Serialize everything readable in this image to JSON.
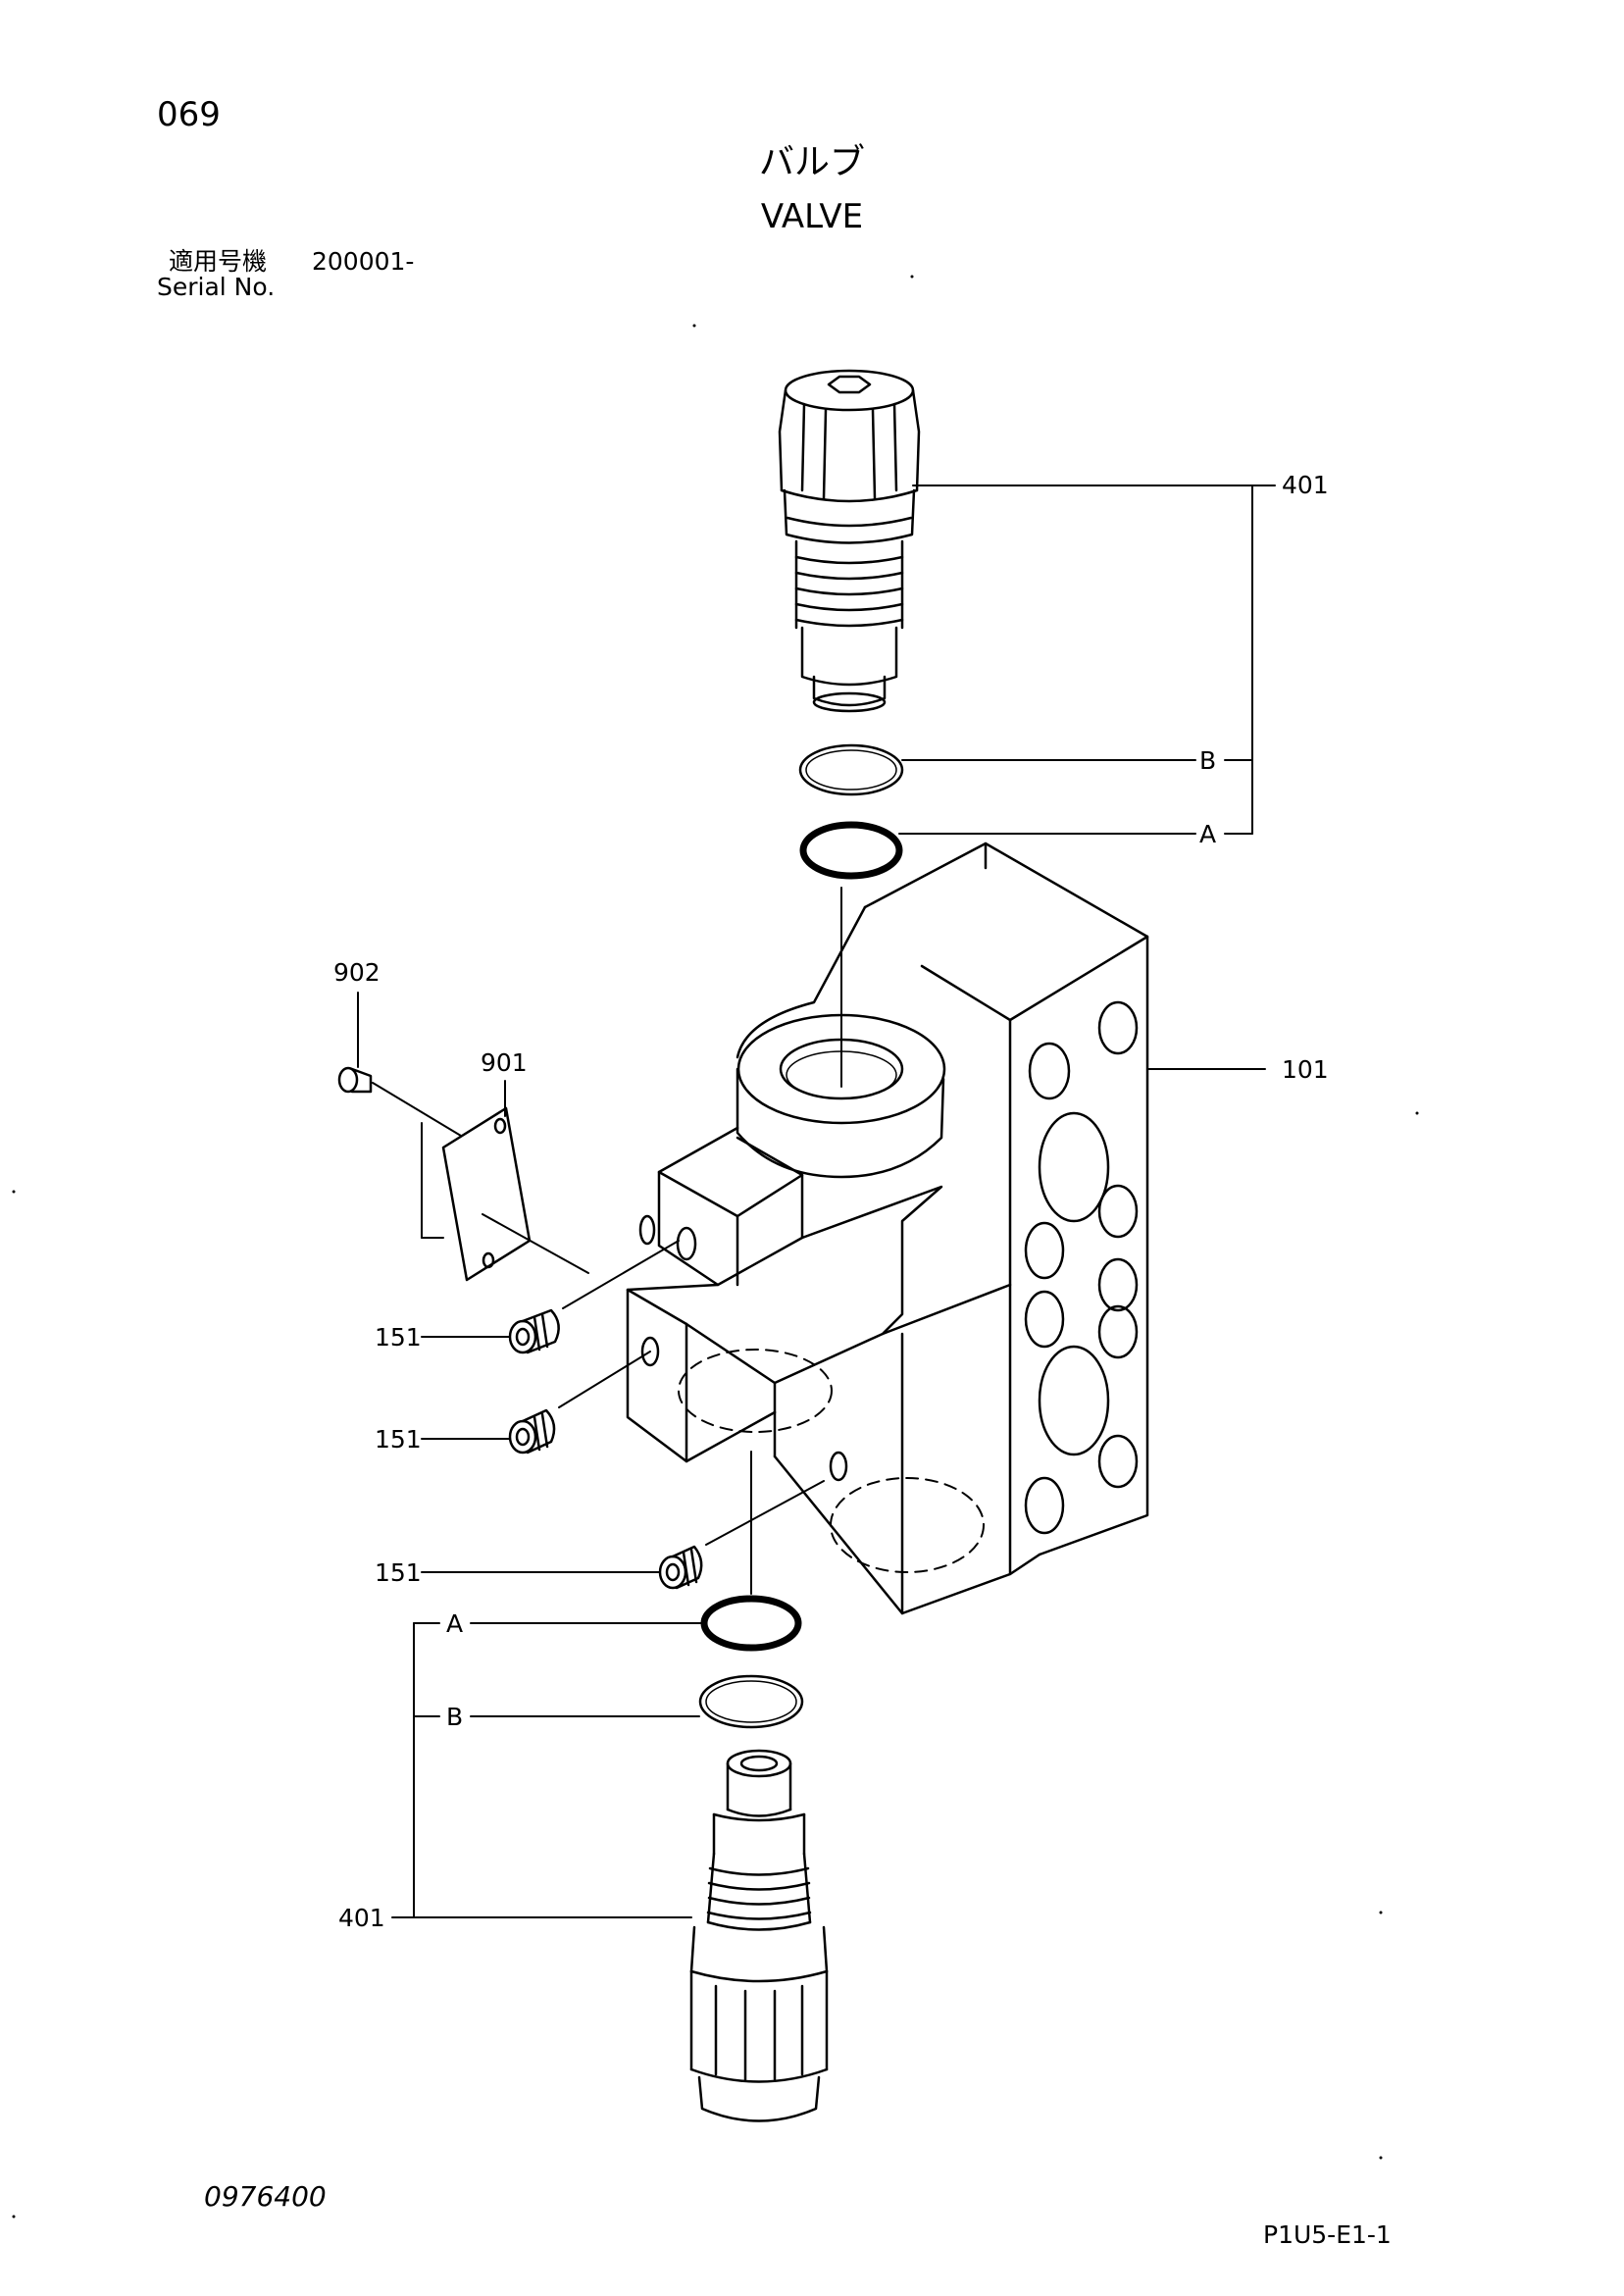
{
  "page": {
    "number": "069",
    "title_jp": "バルブ",
    "title_en": "VALVE",
    "serial_label_jp": "適用号機",
    "serial_value": "200001-",
    "serial_label_en": "Serial No.",
    "drawing_code": "0976400",
    "sheet_code": "P1U5-E1-1"
  },
  "callouts": {
    "relief_top": "401",
    "relief_bottom": "401",
    "ring_b_top": "B",
    "ring_a_top": "A",
    "ring_a_bottom": "A",
    "ring_b_bottom": "B",
    "block": "101",
    "plate": "901",
    "screw": "902",
    "plug_1": "151",
    "plug_2": "151",
    "plug_3": "151"
  }
}
